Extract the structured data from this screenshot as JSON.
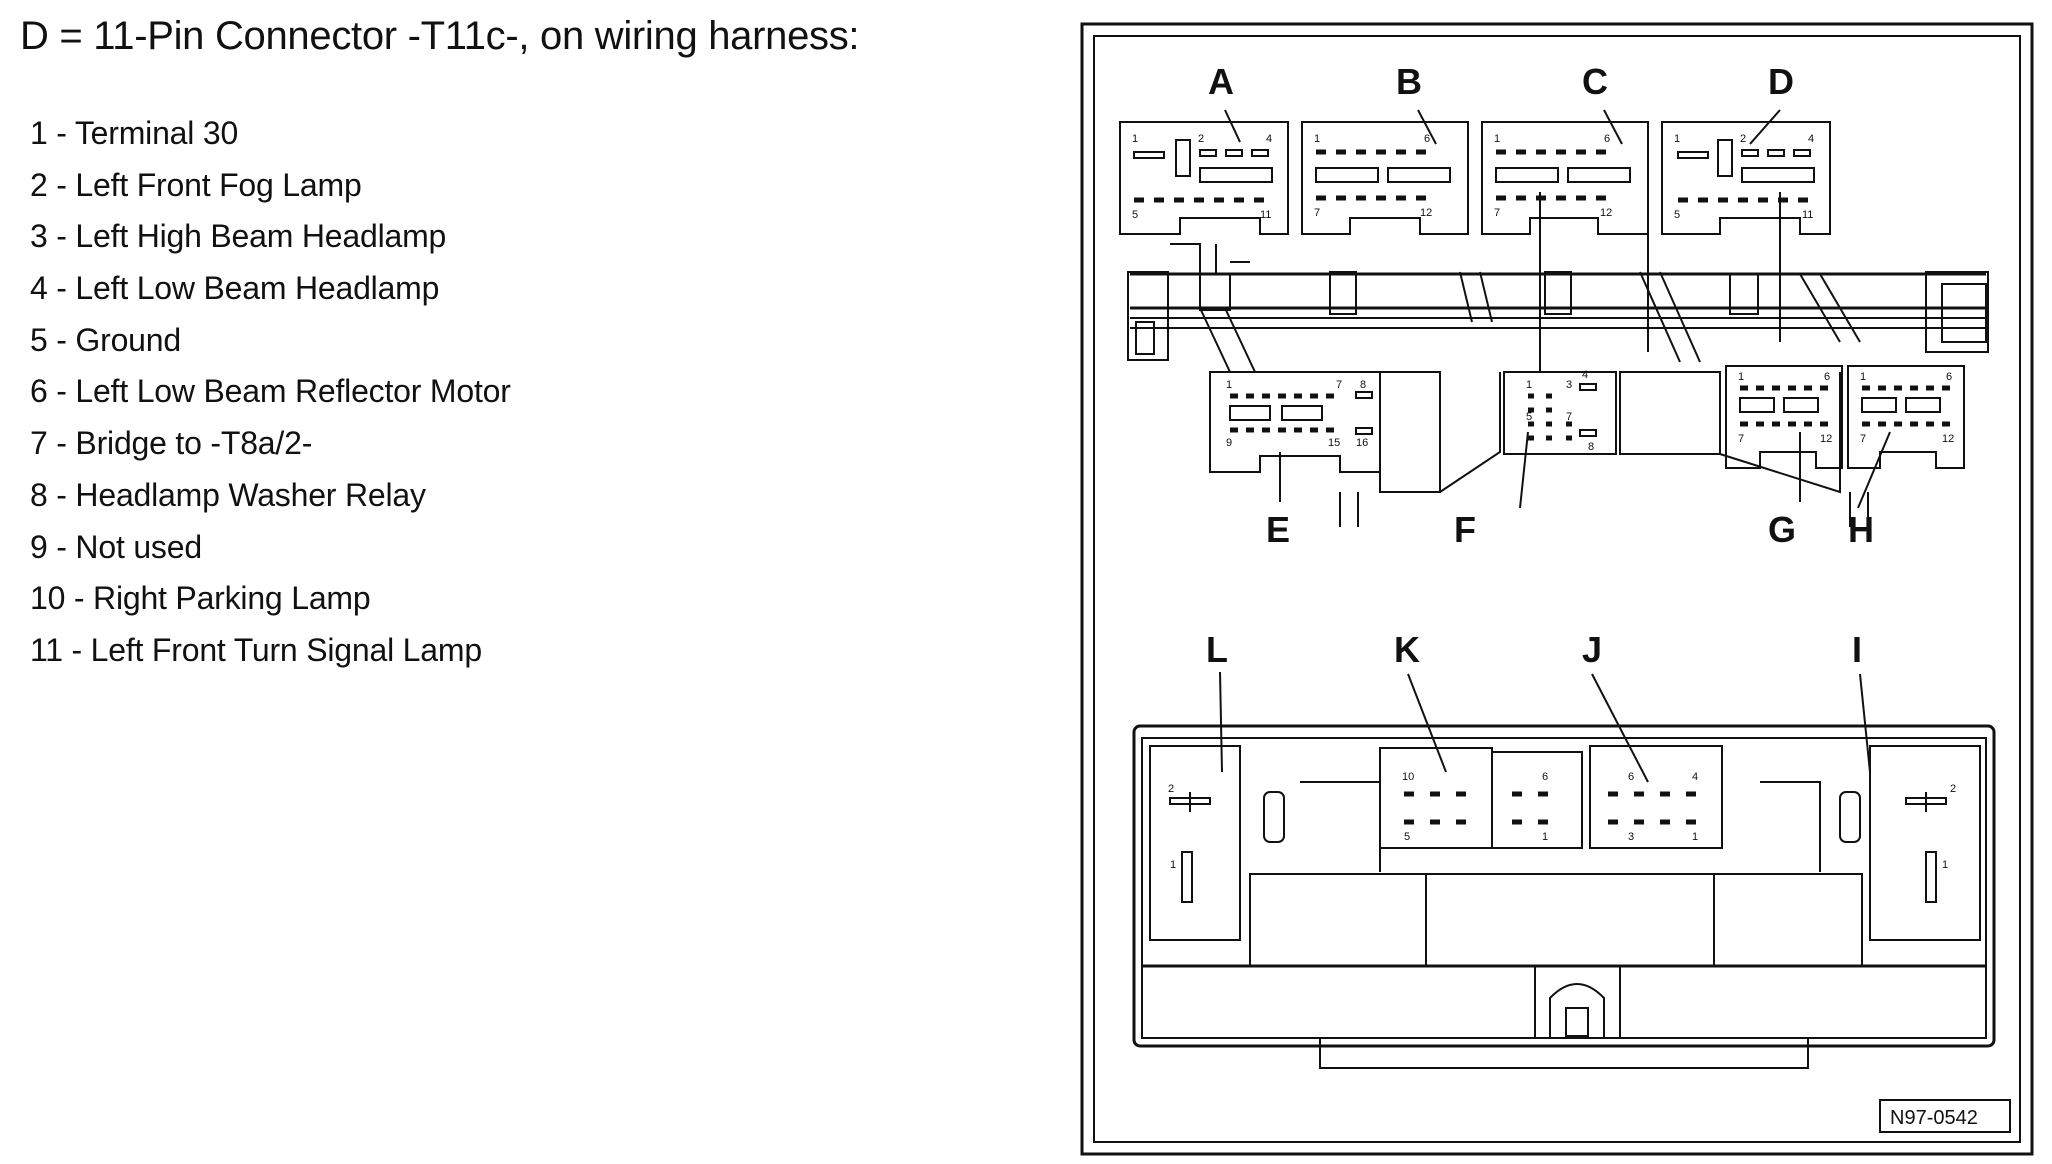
{
  "title": "D = 11-Pin Connector -T11c-, on wiring harness:",
  "pins": [
    "1 - Terminal 30",
    "2 - Left Front Fog Lamp",
    "3 - Left High Beam Headlamp",
    "4 - Left Low Beam Headlamp",
    "5 - Ground",
    "6 - Left Low Beam Reflector Motor",
    "7 - Bridge to -T8a/2-",
    "8 - Headlamp Washer Relay",
    "9 - Not used",
    "10 - Right Parking Lamp",
    "11 - Left Front Turn Signal Lamp"
  ],
  "diagram": {
    "ref_code": "N97-0542",
    "connector_labels": {
      "A": "A",
      "B": "B",
      "C": "C",
      "D": "D",
      "E": "E",
      "F": "F",
      "G": "G",
      "H": "H",
      "I": "I",
      "J": "J",
      "K": "K",
      "L": "L"
    },
    "pin_numbers": {
      "a_1": "1",
      "a_2": "2",
      "a_4": "4",
      "a_5": "5",
      "a_11": "11",
      "b_1": "1",
      "b_6": "6",
      "b_7": "7",
      "b_12": "12",
      "c_1": "1",
      "c_6": "6",
      "c_7": "7",
      "c_12": "12",
      "d_1": "1",
      "d_2": "2",
      "d_4": "4",
      "d_5": "5",
      "d_11": "11",
      "e_1": "1",
      "e_7": "7",
      "e_8": "8",
      "e_9": "9",
      "e_15": "15",
      "e_16": "16",
      "f_1": "1",
      "f_3": "3",
      "f_4": "4",
      "f_5": "5",
      "f_7": "7",
      "f_8": "8",
      "g_1": "1",
      "g_6": "6",
      "g_7": "7",
      "g_12": "12",
      "h_1": "1",
      "h_6": "6",
      "h_7": "7",
      "h_12": "12",
      "l_2": "2",
      "l_1": "1",
      "k_10": "10",
      "k_5": "5",
      "k_6": "6",
      "k_1": "1",
      "j_6": "6",
      "j_4": "4",
      "j_3": "3",
      "j_1": "1",
      "i_2": "2",
      "i_1": "1"
    }
  },
  "colors": {
    "ink": "#111111",
    "background": "#ffffff"
  }
}
